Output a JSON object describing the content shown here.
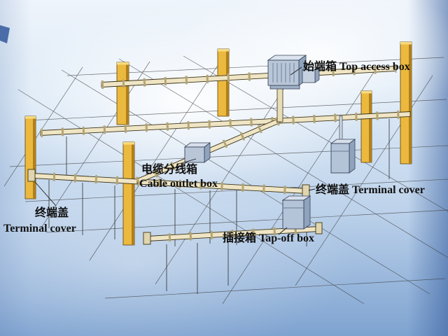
{
  "figure": {
    "type": "isometric busway (bus duct) installation diagram",
    "labels": {
      "top_access_box": "始端箱 Top access box",
      "cable_outlet_box_line1": "电缆分线箱",
      "cable_outlet_box_line2": "Cable outlet box",
      "terminal_cover_right": "终端盖 Terminal cover",
      "terminal_cover_left_line1": "终端盖",
      "terminal_cover_left_line2": "Terminal cover",
      "tap_off_box": "插接箱 Tap-off box"
    },
    "colors": {
      "column_face": "#ecb93f",
      "column_side": "#b07f1a",
      "column_top": "#f7da7e",
      "busway_bar": "#efe5c4",
      "busway_joint": "#b5a574",
      "box_face": "#b3c3d8",
      "box_top": "#d9e2ee",
      "box_side": "#8fa3bd",
      "line": "#2a2a2a",
      "sky_top": "#eef4fb",
      "sky_bottom": "#7fa3d0"
    }
  }
}
